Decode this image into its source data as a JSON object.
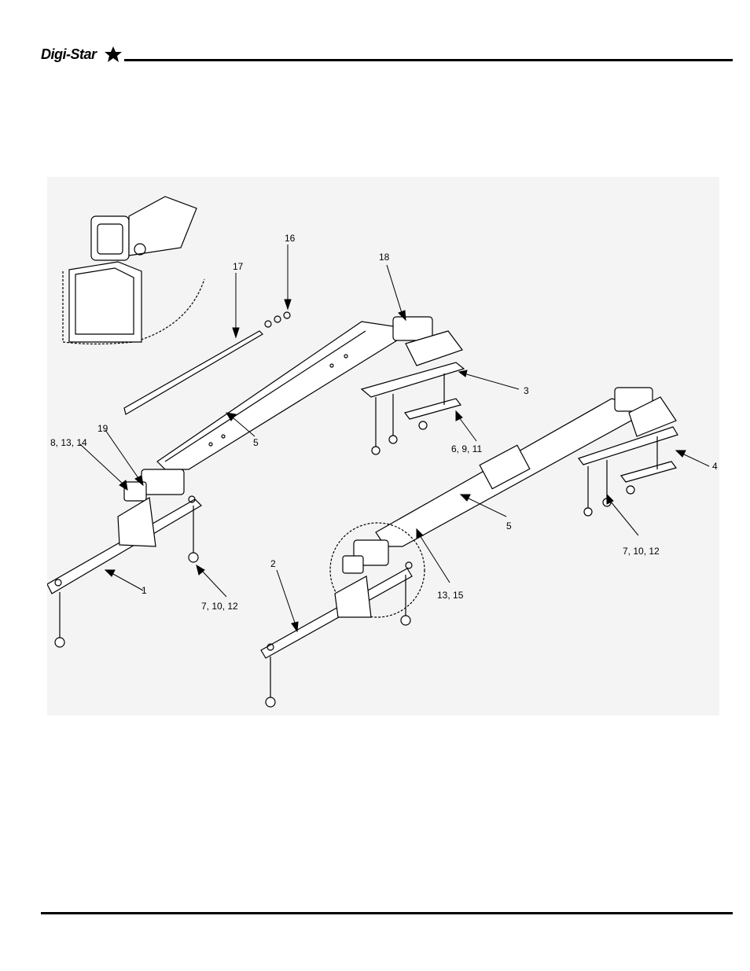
{
  "header": {
    "logo_text": "Digi-Star"
  },
  "diagram": {
    "callouts": {
      "c16": "16",
      "c17": "17",
      "c18": "18",
      "c3": "3",
      "c6_9_11": "6, 9, 11",
      "c19": "19",
      "c8_13_14": "8, 13, 14",
      "c5a": "5",
      "c4": "4",
      "c5b": "5",
      "c7_10_12_right": "7, 10, 12",
      "c1": "1",
      "c2": "2",
      "c7_10_12_left": "7, 10, 12",
      "c13_15": "13, 15"
    }
  }
}
